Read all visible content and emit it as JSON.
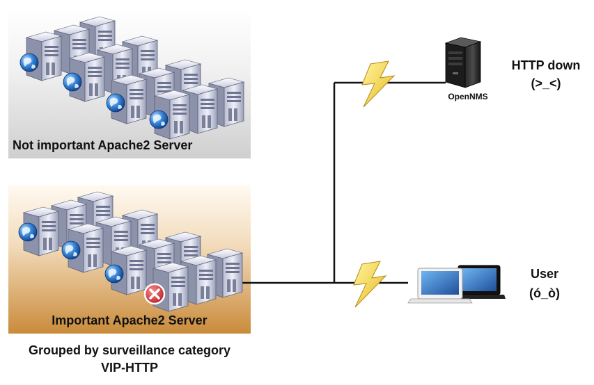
{
  "groups": {
    "top": {
      "label": "Not important Apache2 Server"
    },
    "bottom": {
      "label": "Important Apache2 Server",
      "status_icon": "error-x-icon"
    }
  },
  "caption": {
    "line1": "Grouped by surveillance category",
    "line2": "VIP-HTTP"
  },
  "opennms": {
    "label": "OpenNMS",
    "status": "HTTP down",
    "face": "(>_<)"
  },
  "user": {
    "label": "User",
    "face": "(ó_ò)"
  },
  "icons": {
    "server": "server-tower-icon",
    "globe": "globe-icon",
    "lightning": "lightning-bolt-icon",
    "laptop": "laptop-icon"
  },
  "colors": {
    "panel_top_gradient_end": "#cfcfcf",
    "panel_bottom_gradient_end": "#c98b3b",
    "lightning": "#f5e15a",
    "error": "#d8353b",
    "line": "#111111"
  }
}
